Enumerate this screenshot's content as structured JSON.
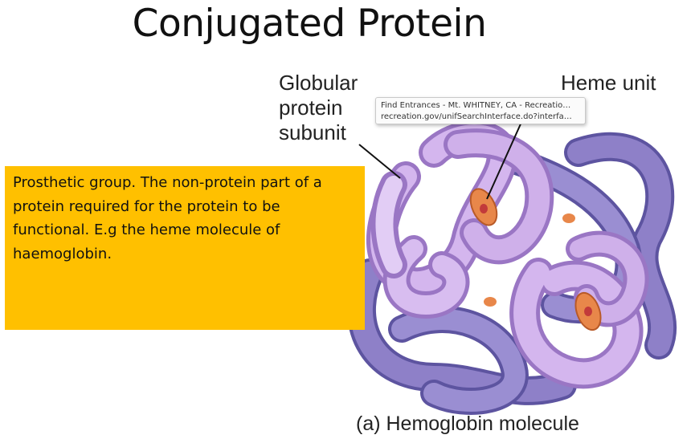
{
  "slide": {
    "title": "Conjugated Protein",
    "definition": "Prosthetic group. The non-protein part of a protein required for the protein to be functional. E.g the heme molecule of haemoglobin."
  },
  "figure": {
    "label_subunit": "Globular\nprotein\nsubunit",
    "label_heme": "Heme unit",
    "caption": "(a) Hemoglobin molecule",
    "colors": {
      "light_subunit": "#c9a6e6",
      "dark_subunit": "#8e80c8",
      "heme": "#e8874a"
    }
  },
  "tooltip": {
    "title": "Find Entrances - Mt. WHITNEY, CA - Recreatio…",
    "url": "recreation.gov/unifSearchInterface.do?interfa…"
  }
}
